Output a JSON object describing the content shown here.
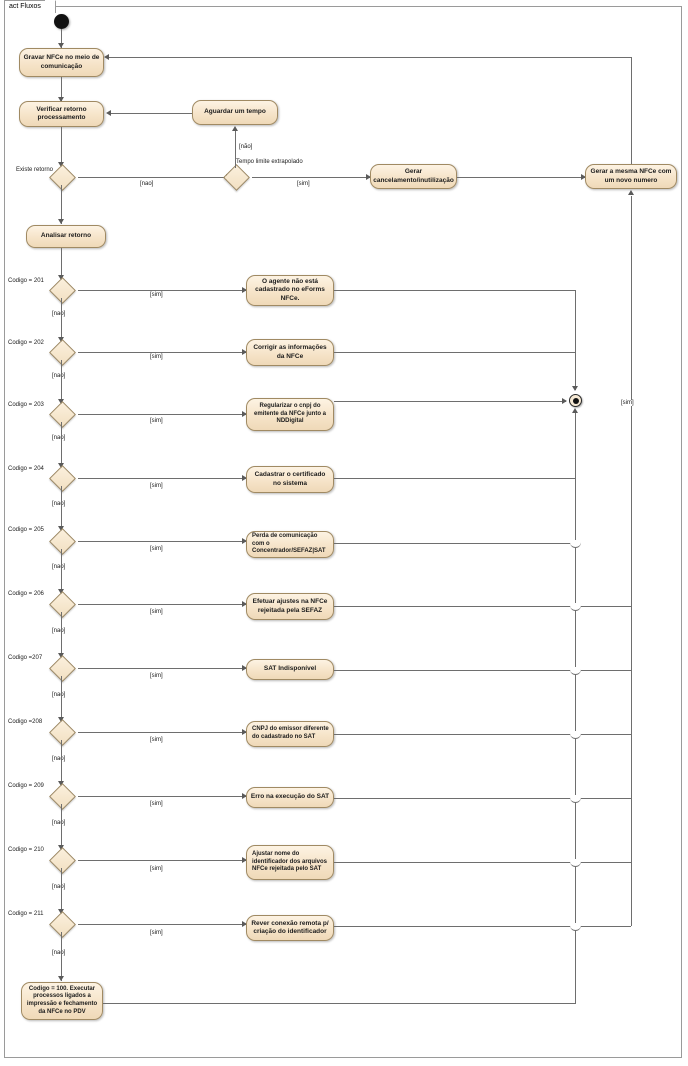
{
  "frame": {
    "title": "act Fluxos"
  },
  "nodes": {
    "initial": "initial-node",
    "final": "final-node",
    "gravar": "Gravar NFCe no meio de comunicação",
    "verificar": "Verificar retorno processamento",
    "aguardar": "Aguardar um tempo",
    "gerar_cancel": "Gerar cancelamento/inutilização",
    "gerar_mesma": "Gerar a mesma NFCe com um novo numero",
    "analisar": "Analisar retorno",
    "final_action": "Codigo = 100. Executar processos ligados a impressão e fechamento da NFCe no PDV"
  },
  "decisions": {
    "existe_retorno": "Existe retorno",
    "tempo_limite": "Tempo limite extrapolado",
    "codes": [
      {
        "label": "Codigo = 201",
        "yes": "[sim]",
        "no": "[nao]",
        "action": "O agente não está cadastrado no eForms NFCe."
      },
      {
        "label": "Codigo = 202",
        "yes": "[sim]",
        "no": "[nao]",
        "action": "Corrigir as informações da NFCe"
      },
      {
        "label": "Codigo = 203",
        "yes": "[sim]",
        "no": "[nao]",
        "action": "Regularizar o cnpj do emitente da NFCe junto a NDDigital"
      },
      {
        "label": "Codigo = 204",
        "yes": "[sim]",
        "no": "[nao]",
        "action": "Cadastrar o certificado no sistema"
      },
      {
        "label": "Codigo = 205",
        "yes": "[sim]",
        "no": "[nao]",
        "action": "Perda de comunicação com o Concentrador/SEFAZ|SAT"
      },
      {
        "label": "Codigo = 206",
        "yes": "[sim]",
        "no": "[nao]",
        "action": "Efetuar ajustes na NFCe rejeitada pela SEFAZ"
      },
      {
        "label": "Codigo =207",
        "yes": "[sim]",
        "no": "[nao]",
        "action": "SAT Indisponível"
      },
      {
        "label": "Codigo =208",
        "yes": "[sim]",
        "no": "[nao]",
        "action": "CNPJ do emissor diferente do cadastrado no SAT"
      },
      {
        "label": "Codigo = 209",
        "yes": "[sim]",
        "no": "[nao]",
        "action": "Erro na execução do SAT"
      },
      {
        "label": "Codigo = 210",
        "yes": "[sim]",
        "no": "[nao]",
        "action": "Ajustar nome do identificador dos arquivos\nNFCe rejeitada pelo SAT"
      },
      {
        "label": "Codigo = 211",
        "yes": "[sim]",
        "no": "[nao]",
        "action": "Rever conexão remota p/ criação do identificador"
      }
    ]
  },
  "guards": {
    "existe_no": "[nao]",
    "tempo_no": "[não]",
    "tempo_yes": "[sim]",
    "right_loop": "[sim]"
  },
  "colors": {
    "action_fill": "#f6e4c9",
    "action_border": "#a08a63",
    "line": "#6e6e6e",
    "initial": "#111111",
    "background": "#ffffff"
  }
}
